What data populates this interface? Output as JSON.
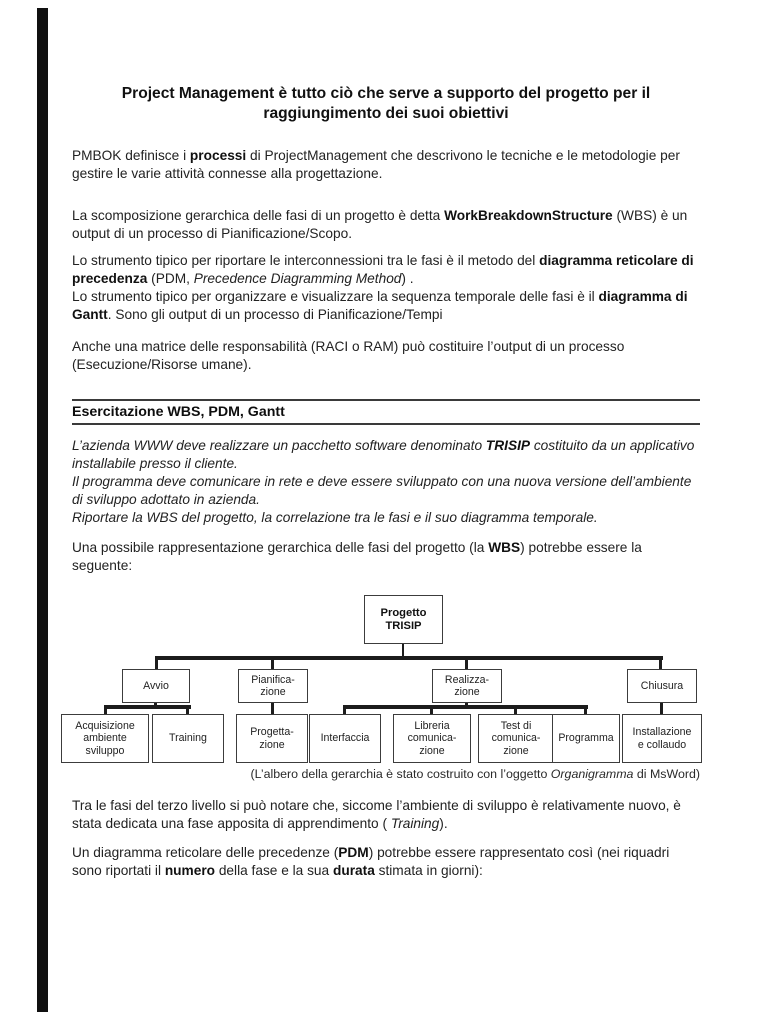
{
  "doc": {
    "title": [
      {
        "t": "Project Management è tutto ciò che serve a supporto del progetto per il raggiungimento dei suoi obiettivi",
        "b": true
      }
    ],
    "para1": [
      {
        "t": "PMBOK definisce i "
      },
      {
        "t": "processi",
        "b": true
      },
      {
        "t": " di ProjectManagement che descrivono le tecniche e le metodologie per gestire le varie attività connesse alla progettazione."
      }
    ],
    "para2": [
      {
        "t": "La scomposizione gerarchica delle fasi di un progetto è detta "
      },
      {
        "t": "WorkBreakdownStructure",
        "b": true
      },
      {
        "t": " (WBS) è un output di un processo di Pianificazione/Scopo."
      }
    ],
    "para3": [
      {
        "t": "Lo strumento tipico per riportare le interconnessioni tra le fasi è il metodo del "
      },
      {
        "t": "diagramma reticolare di precedenza",
        "b": true
      },
      {
        "t": " (PDM, "
      },
      {
        "t": "Precedence Diagramming Method",
        "i": true
      },
      {
        "t": ") ."
      },
      {
        "br": true
      },
      {
        "t": "Lo strumento tipico per organizzare e visualizzare la sequenza temporale delle fasi è il "
      },
      {
        "t": "diagramma di Gantt",
        "b": true
      },
      {
        "t": ". Sono gli output di un processo di Pianificazione/Tempi"
      }
    ],
    "para4": [
      {
        "t": "Anche una matrice delle responsabilità (RACI o RAM) può costituire l’output di un processo (Esecuzione/Risorse umane)."
      }
    ],
    "section_heading": "Esercitazione WBS, PDM, Gantt",
    "exercise": [
      {
        "t": "L’azienda WWW deve realizzare un pacchetto software denominato ",
        "i": true
      },
      {
        "t": "TRISIP",
        "b": true,
        "i": true
      },
      {
        "t": " costituito da un applicativo installabile presso il cliente.",
        "i": true
      },
      {
        "br": true
      },
      {
        "t": "Il programma deve comunicare in rete e deve essere sviluppato con una nuova versione dell’ambiente di sviluppo adottato in azienda.",
        "i": true
      },
      {
        "br": true
      },
      {
        "t": "Riportare la WBS del progetto, la correlazione tra le fasi e il suo diagramma temporale.",
        "i": true
      }
    ],
    "para5": [
      {
        "t": "Una possibile rappresentazione gerarchica delle fasi del progetto (la "
      },
      {
        "t": "WBS",
        "b": true
      },
      {
        "t": ") potrebbe essere la seguente:"
      }
    ],
    "caption": [
      {
        "t": "(L’albero della gerarchia è stato costruito con l’oggetto "
      },
      {
        "t": "Organigramma",
        "i": true
      },
      {
        "t": " di MsWord)"
      }
    ],
    "para6": [
      {
        "t": "Tra le fasi del terzo livello si può notare che, siccome l’ambiente di sviluppo è relativamente nuovo, è stata dedicata una fase apposita di apprendimento ( "
      },
      {
        "t": "Training",
        "i": true
      },
      {
        "t": ")."
      }
    ],
    "para7": [
      {
        "t": "Un diagramma reticolare delle precedenze ("
      },
      {
        "t": "PDM",
        "b": true
      },
      {
        "t": ") potrebbe essere rappresentato così (nei riquadri sono riportati il "
      },
      {
        "t": "numero",
        "b": true
      },
      {
        "t": " della fase e la sua "
      },
      {
        "t": "durata",
        "b": true
      },
      {
        "t": " stimata in giorni):"
      }
    ]
  },
  "diagram": {
    "root": {
      "label": "Progetto\nTRISIP"
    },
    "level2": [
      {
        "label": "Avvio"
      },
      {
        "label": "Pianifica-\nzione"
      },
      {
        "label": "Realizza-\nzione"
      },
      {
        "label": "Chiusura"
      }
    ],
    "level3": [
      {
        "label": "Acquisizione\nambiente\nsviluppo"
      },
      {
        "label": "Training"
      },
      {
        "label": "Progetta-\nzione"
      },
      {
        "label": "Interfaccia"
      },
      {
        "label": "Libreria\ncomunica-\nzione"
      },
      {
        "label": "Test di\ncomunica-\nzione"
      },
      {
        "label": "Programma"
      },
      {
        "label": "Installazione\ne collaudo"
      }
    ]
  },
  "colors": {
    "page_bg": "#ffffff",
    "text": "#222222",
    "bar": "#101010",
    "box_border": "#3c3c3c"
  }
}
